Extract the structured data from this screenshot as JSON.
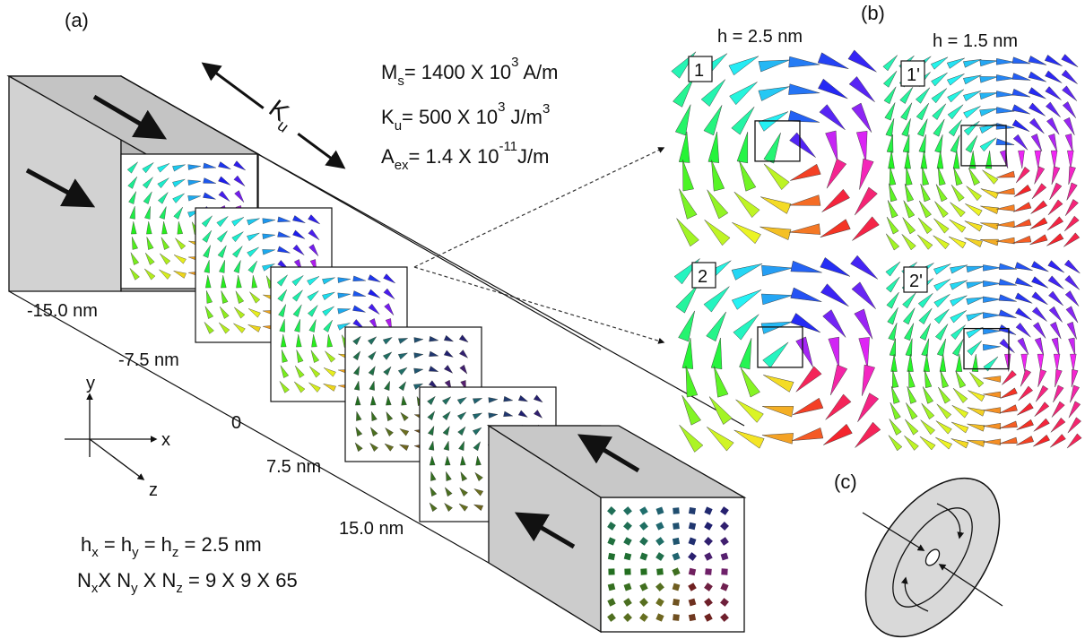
{
  "panel_labels": {
    "a": "(a)",
    "b": "(b)",
    "c": "(c)"
  },
  "material": {
    "ms": {
      "prefix": "M",
      "sub": "s",
      "value": "= 1400 X 10",
      "exp": "3",
      "unit": " A/m"
    },
    "ku": {
      "prefix": "K",
      "sub": "u",
      "value": "= 500 X 10",
      "exp": "3",
      "unit": " J/m",
      "unit_exp": "3"
    },
    "aex": {
      "prefix": "A",
      "sub": "ex",
      "value": "= 1.4 X 10",
      "exp": "-11",
      "unit": "J/m"
    }
  },
  "anisotropy_label": {
    "main": "K",
    "sub": "u"
  },
  "positions": [
    "-15.0 nm",
    "-7.5 nm",
    "0",
    "7.5 nm",
    "15.0 nm"
  ],
  "axes": {
    "x": "x",
    "y": "y",
    "z": "z"
  },
  "mesh": {
    "h_line": {
      "h": "h",
      "sx": "x",
      "sy": "y",
      "sz": "z",
      "eq1": " = ",
      "eq2": " = ",
      "eq3": " =  2.5 nm"
    },
    "n_line": {
      "n": "N",
      "sx": "x",
      "sy": "y",
      "sz": "z",
      "x1": "X ",
      "x2": " X ",
      "tail": " =  9 X 9 X 65"
    }
  },
  "zoom_headers": [
    "h = 2.5 nm",
    "h = 1.5 nm"
  ],
  "zoom_panels": [
    {
      "tag": "1",
      "mode": "a",
      "n": 7
    },
    {
      "tag": "1'",
      "mode": "a",
      "n": 12
    },
    {
      "tag": "2",
      "mode": "b",
      "n": 7
    },
    {
      "tag": "2'",
      "mode": "b",
      "n": 12
    }
  ]
}
